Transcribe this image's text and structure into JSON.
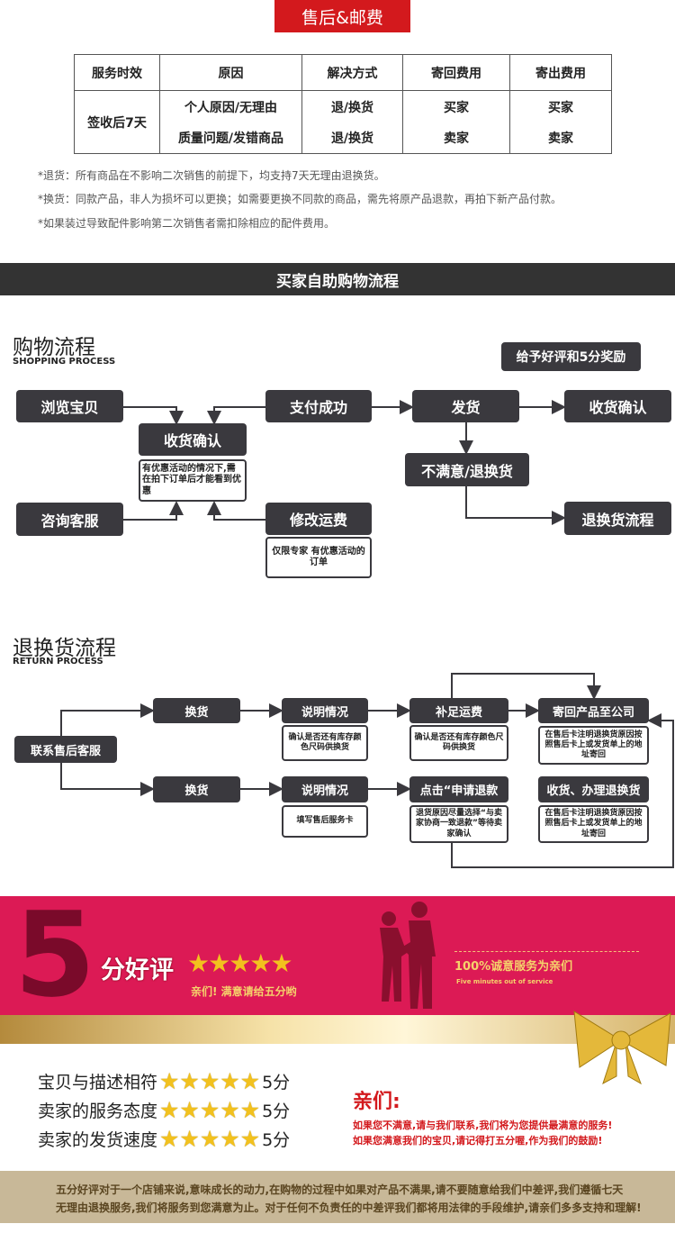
{
  "header": {
    "title": "售后&邮费"
  },
  "table": {
    "headers": [
      "服务时效",
      "原因",
      "解决方式",
      "寄回费用",
      "寄出费用"
    ],
    "period": "签收后7天",
    "rows": [
      [
        "个人原因/无理由",
        "退/换货",
        "买家",
        "买家"
      ],
      [
        "质量问题/发错商品",
        "退/换货",
        "卖家",
        "卖家"
      ]
    ]
  },
  "notes": [
    "*退货：所有商品在不影响二次销售的前提下，均支持7天无理由退换货。",
    "*换货：同款产品，非人为损坏可以更换；如需要更换不同款的商品，需先将原产品退款，再拍下新产品付款。",
    "*如果装过导致配件影响第二次销售者需扣除相应的配件费用。"
  ],
  "banner": "买家自助购物流程",
  "shopping": {
    "title": "购物流程",
    "subtitle": "SHOPPING PROCESS",
    "reward": "给予好评和5分奖励",
    "browse": "浏览宝贝",
    "pay": "支付成功",
    "ship": "发货",
    "confirm_right": "收货确认",
    "confirm": "收货确认",
    "confirm_note": "有优惠活动的情况下,需在拍下订单后才能看到优惠",
    "unhappy": "不满意/退换货",
    "consult": "咨询客服",
    "modify": "修改运费",
    "modify_note": "仅限专家 有优惠活动的订单",
    "return_flow": "退换货流程"
  },
  "returns": {
    "title": "退换货流程",
    "subtitle": "RETURN PROCESS",
    "contact": "联系售后客服",
    "r1": [
      "换货",
      "说明情况",
      "补足运费",
      "寄回产品至公司"
    ],
    "r1_notes": [
      "确认是否还有库存颜色尺码供换货",
      "确认是否还有库存颜色尺码供换货",
      "在售后卡注明退换货原因按照售后卡上或发货单上的地址寄回"
    ],
    "r2": [
      "换货",
      "说明情况",
      "点击“申请退款",
      "收货、办理退换货"
    ],
    "r2_notes": [
      "填写售后服务卡",
      "退货原因尽量选择“与卖家协商一致退款”等待卖家确认",
      "在售后卡注明退换货原因按照售后卡上或发货单上的地址寄回"
    ]
  },
  "promo": {
    "five": "5",
    "good": "分好评",
    "sub": "亲们! 满意请给五分哟",
    "slogan": "100%诚意服务为亲们",
    "slogan_en": "Five minutes out of service",
    "stars": 5
  },
  "ratings": {
    "items": [
      {
        "label": "宝贝与描述相符",
        "score": "5分"
      },
      {
        "label": "卖家的服务态度",
        "score": "5分"
      },
      {
        "label": "卖家的发货速度",
        "score": "5分"
      }
    ],
    "dear": "亲们:",
    "msg1": "如果您不满意,请与我们联系,我们将为您提供最满意的服务!",
    "msg2": "如果您满意我们的宝贝,请记得打五分喔,作为我们的鼓励!"
  },
  "footer": {
    "line1": "五分好评对于一个店铺来说,意味成长的动力,在购物的过程中如果对产品不满果,请不要随意给我们中差评,我们遵循七天",
    "line2": "无理由退换服务,我们将服务到您满意为止。对于任何不负责任的中差评我们都将用法律的手段维护,请亲们多多支持和理解!"
  },
  "colors": {
    "red": "#d3191d",
    "dark": "#3a393e",
    "promo": "#dc1a55",
    "star": "#f2c11e"
  }
}
